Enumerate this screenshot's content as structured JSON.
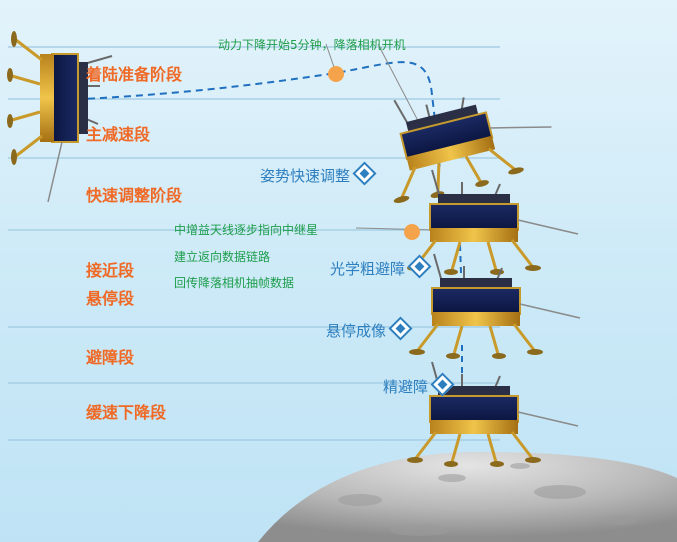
{
  "stages": {
    "landing_prep": "着陆准备阶段",
    "main_decel": "主减速段",
    "attitude_adjust": "快速调整阶段",
    "approach": "接近段",
    "hover": "悬停段",
    "obstacle_avoid": "避障段",
    "slow_descent": "缓速下降段"
  },
  "events": {
    "power_descent": "动力下降开始5分钟，降落相机开机",
    "antenna_line1": "中增益天线逐步指向中继星",
    "antenna_line2": "建立返向数据链路",
    "antenna_line3": "回传降落相机抽帧数据"
  },
  "actions": {
    "attitude": "姿势快速调整",
    "optical": "光学粗避障",
    "hover_image": "悬停成像",
    "precise": "精避障"
  },
  "colors": {
    "stage_text": "#ef6a26",
    "event_text": "#1d9d4b",
    "action_text": "#2e7fbf",
    "marker": "#f5a34a"
  }
}
